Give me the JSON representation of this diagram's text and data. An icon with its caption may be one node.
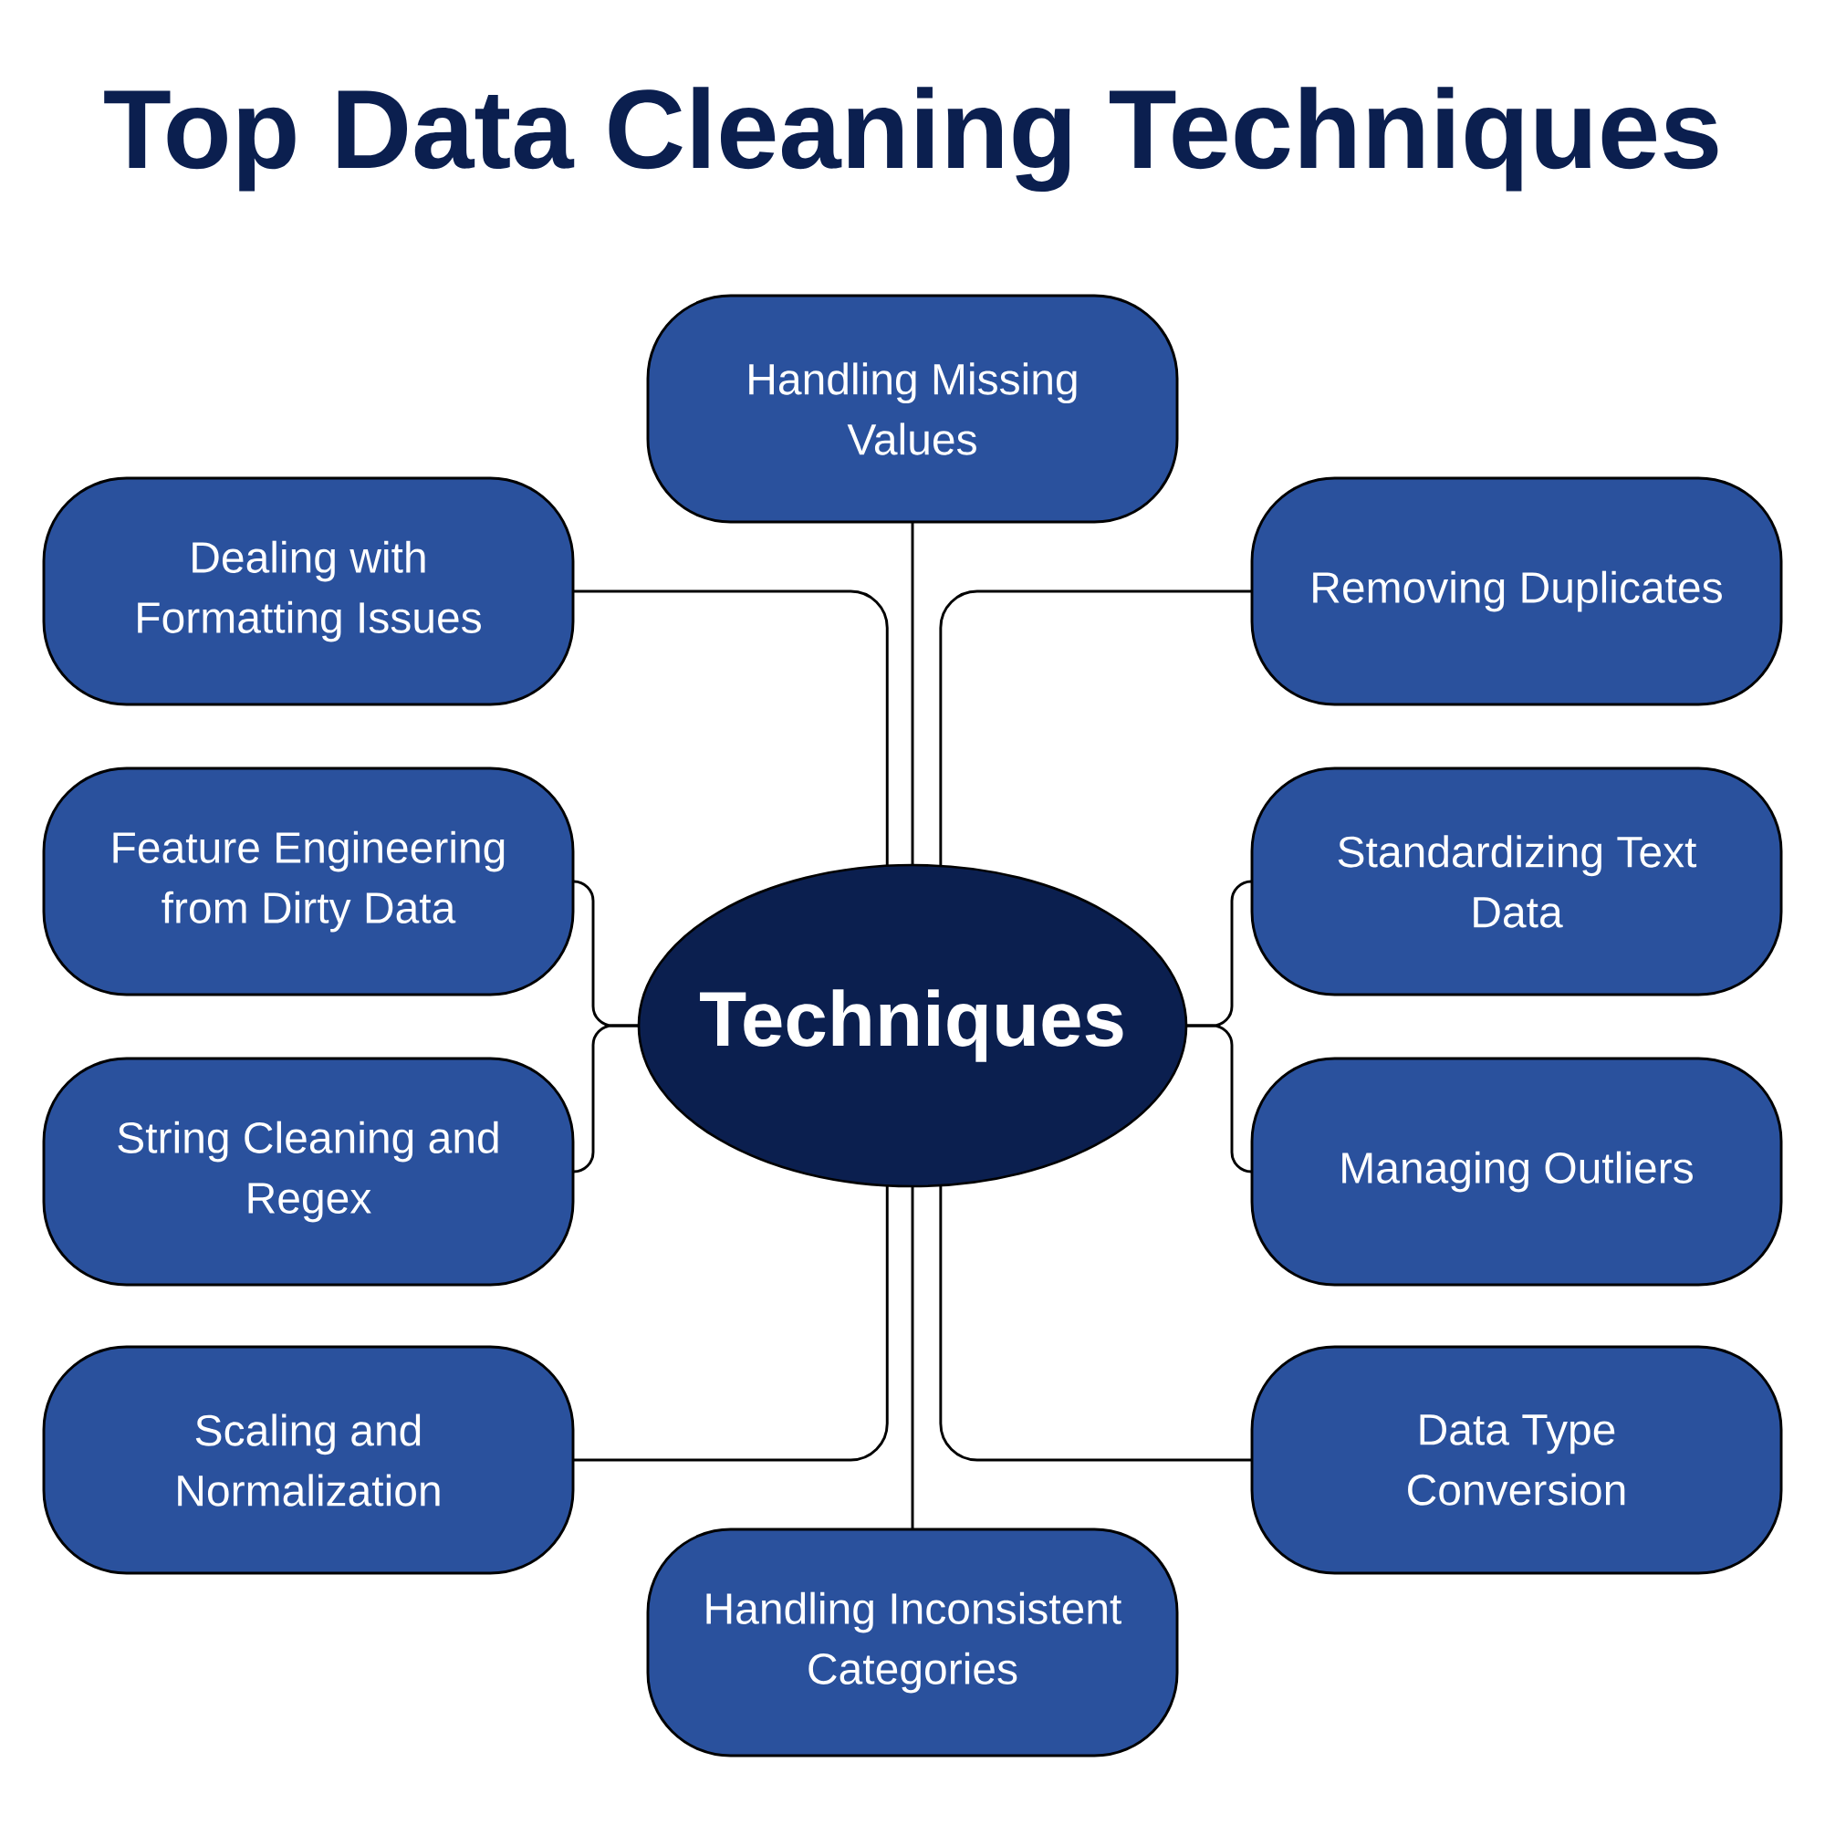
{
  "diagram": {
    "title": "Top Data Cleaning Techniques",
    "nodes": [
      {
        "text": [
          "Handling Missing Values"
        ]
      },
      {
        "text": [
          "Dealing with Formatting Issues"
        ]
      },
      {
        "text": [
          "Removing Duplicates"
        ]
      },
      {
        "text": [
          "Feature Engineering from Dirty Data"
        ]
      },
      {
        "text": [
          "Standardizing Text Data"
        ]
      },
      {
        "text": [
          "Techniques"
        ]
      },
      {
        "text": [
          "String Cleaning and Regex"
        ]
      },
      {
        "text": [
          "Managing Outliers"
        ]
      },
      {
        "text": [
          "Scaling and Normalization"
        ]
      },
      {
        "text": [
          "Data Type Conversion"
        ]
      },
      {
        "text": [
          "Handling Inconsistent Categories"
        ]
      }
    ],
    "edges": [
      {
        "from": 5,
        "to": 0,
        "arrow": "none"
      },
      {
        "from": 5,
        "to": 1,
        "arrow": "none"
      },
      {
        "from": 5,
        "to": 2,
        "arrow": "none"
      },
      {
        "from": 5,
        "to": 3,
        "arrow": "none"
      },
      {
        "from": 5,
        "to": 4,
        "arrow": "none"
      },
      {
        "from": 5,
        "to": 6,
        "arrow": "none"
      },
      {
        "from": 5,
        "to": 7,
        "arrow": "none"
      },
      {
        "from": 5,
        "to": 8,
        "arrow": "none"
      },
      {
        "from": 5,
        "to": 9,
        "arrow": "none"
      },
      {
        "from": 5,
        "to": 10,
        "arrow": "none"
      }
    ]
  }
}
